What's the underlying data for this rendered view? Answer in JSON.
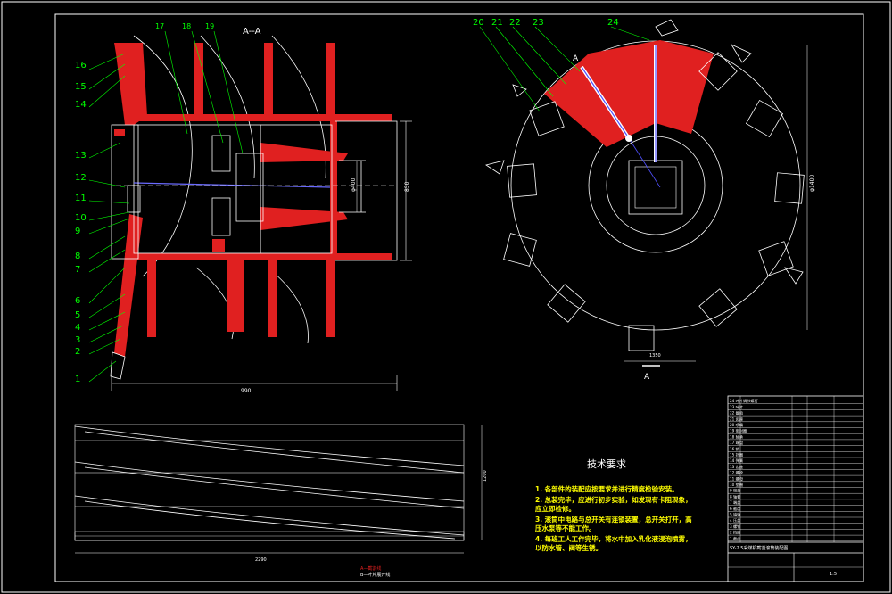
{
  "drawing": {
    "section_label": "A--A",
    "section_mark_top": "A",
    "section_mark_bottom": "A",
    "left_labels": [
      "16",
      "15",
      "14",
      "13",
      "12",
      "11",
      "10",
      "9",
      "8",
      "7",
      "6",
      "5",
      "4",
      "3",
      "2",
      "1"
    ],
    "top_labels": [
      "17",
      "18",
      "19"
    ],
    "right_labels": [
      "20",
      "21",
      "22",
      "23",
      "24"
    ],
    "dimensions": {
      "left_width": "990",
      "left_height": "850",
      "inner_dia": "φ400",
      "right_dia": "φ1400",
      "right_bottom": "1350",
      "strip_width": "2290",
      "strip_height": "1200"
    },
    "legend": [
      "A—截割线",
      "B—叶片展开线"
    ]
  },
  "tech": {
    "title": "技术要求",
    "items": [
      "1. 各部件的装配应按要求并进行精度检验安装。",
      "2. 总装完毕，应进行初步实验，如发现有卡阻现象，应立即检修。",
      "3. 滚筒中电路与总开关有连锁装置，总开关打开，高压水泵等不能工作。",
      "4. 每班工人工作完毕，将水中加入乳化液浸泡喷雾，以防水管、阀等生锈。"
    ]
  },
  "title_block": {
    "drawing_title": "SY-2.5采煤机截割滚筒装配图",
    "scale": "1:5",
    "rows": [
      "24 叶片调节螺钉",
      "23 叶片",
      "22 截齿",
      "21 齿座",
      "20 喷嘴",
      "19 密封圈",
      "18 轴承",
      "17 端盘",
      "16 销",
      "15 挡圈",
      "14 弹簧",
      "13 齿座",
      "12 螺栓",
      "11 螺母",
      "10 垫圈",
      "9 密封",
      "8 轴套",
      "7 端盖",
      "6 截齿",
      "5 销轴",
      "4 压盖",
      "3 螺钉",
      "2 挡圈",
      "1 截齿"
    ]
  }
}
